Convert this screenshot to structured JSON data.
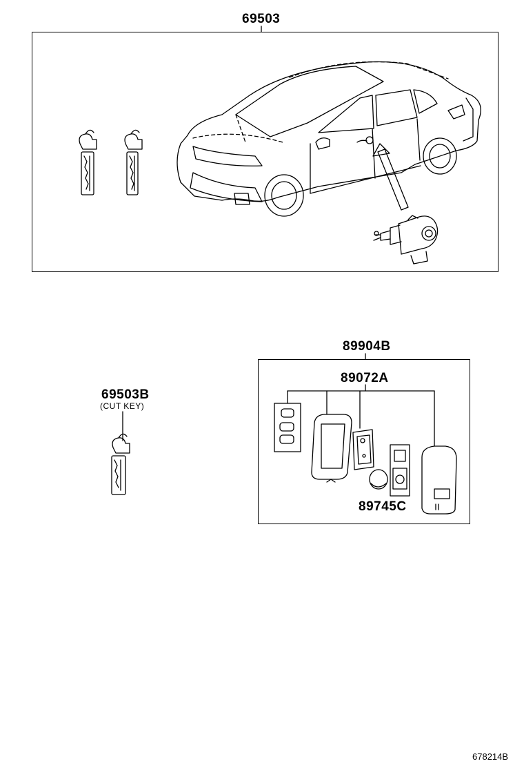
{
  "labels": {
    "kit": "69503",
    "cut_key_part": "69503B",
    "cut_key_note": "(CUT KEY)",
    "transmitter_assy": "89904B",
    "transmitter_case": "89072A",
    "battery": "89745C"
  },
  "figure_id": "678214B",
  "icons": [
    "key-icon",
    "car-illustration",
    "door-lock-cylinder",
    "remote-transmitter",
    "coin-battery"
  ]
}
